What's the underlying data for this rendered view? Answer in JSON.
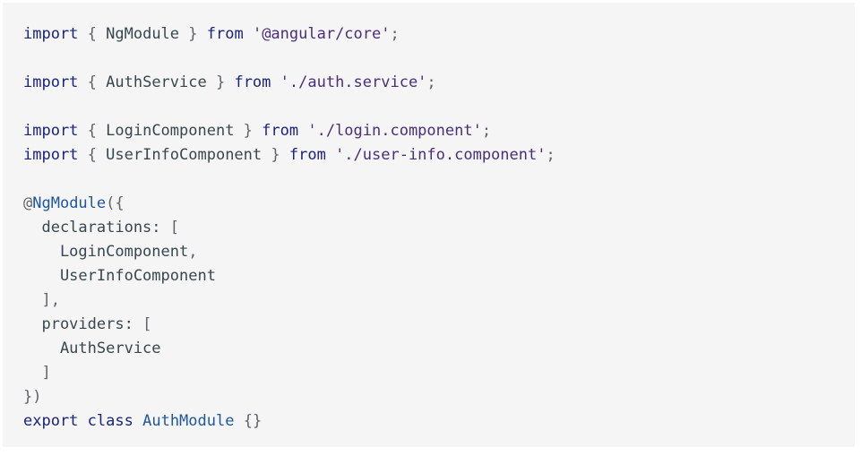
{
  "lines": [
    [
      {
        "t": "import",
        "c": "kw"
      },
      {
        "t": " { ",
        "c": "pun"
      },
      {
        "t": "NgModule",
        "c": "plain"
      },
      {
        "t": " } ",
        "c": "pun"
      },
      {
        "t": "from",
        "c": "kw"
      },
      {
        "t": " ",
        "c": "plain"
      },
      {
        "t": "'@angular/core'",
        "c": "str"
      },
      {
        "t": ";",
        "c": "pun"
      }
    ],
    [],
    [
      {
        "t": "import",
        "c": "kw"
      },
      {
        "t": " { ",
        "c": "pun"
      },
      {
        "t": "AuthService",
        "c": "plain"
      },
      {
        "t": " } ",
        "c": "pun"
      },
      {
        "t": "from",
        "c": "kw"
      },
      {
        "t": " ",
        "c": "plain"
      },
      {
        "t": "'./auth.service'",
        "c": "str"
      },
      {
        "t": ";",
        "c": "pun"
      }
    ],
    [],
    [
      {
        "t": "import",
        "c": "kw"
      },
      {
        "t": " { ",
        "c": "pun"
      },
      {
        "t": "LoginComponent",
        "c": "plain"
      },
      {
        "t": " } ",
        "c": "pun"
      },
      {
        "t": "from",
        "c": "kw"
      },
      {
        "t": " ",
        "c": "plain"
      },
      {
        "t": "'./login.component'",
        "c": "str"
      },
      {
        "t": ";",
        "c": "pun"
      }
    ],
    [
      {
        "t": "import",
        "c": "kw"
      },
      {
        "t": " { ",
        "c": "pun"
      },
      {
        "t": "UserInfoComponent",
        "c": "plain"
      },
      {
        "t": " } ",
        "c": "pun"
      },
      {
        "t": "from",
        "c": "kw"
      },
      {
        "t": " ",
        "c": "plain"
      },
      {
        "t": "'./user-info.component'",
        "c": "str"
      },
      {
        "t": ";",
        "c": "pun"
      }
    ],
    [],
    [
      {
        "t": "@",
        "c": "pun"
      },
      {
        "t": "NgModule",
        "c": "dec"
      },
      {
        "t": "({",
        "c": "pun"
      }
    ],
    [
      {
        "t": "  declarations: ",
        "c": "plain"
      },
      {
        "t": "[",
        "c": "pun"
      }
    ],
    [
      {
        "t": "    LoginComponent",
        "c": "plain"
      },
      {
        "t": ",",
        "c": "pun"
      }
    ],
    [
      {
        "t": "    UserInfoComponent",
        "c": "plain"
      }
    ],
    [
      {
        "t": "  ],",
        "c": "pun"
      }
    ],
    [
      {
        "t": "  providers: ",
        "c": "plain"
      },
      {
        "t": "[",
        "c": "pun"
      }
    ],
    [
      {
        "t": "    AuthService",
        "c": "plain"
      }
    ],
    [
      {
        "t": "  ]",
        "c": "pun"
      }
    ],
    [
      {
        "t": "})",
        "c": "pun"
      }
    ],
    [
      {
        "t": "export",
        "c": "kw"
      },
      {
        "t": " ",
        "c": "plain"
      },
      {
        "t": "class",
        "c": "kw"
      },
      {
        "t": " ",
        "c": "plain"
      },
      {
        "t": "AuthModule",
        "c": "cls"
      },
      {
        "t": " {}",
        "c": "pun"
      }
    ]
  ],
  "colors": {
    "background": "#f5f5f5",
    "keyword": "#1a237e",
    "string": "#4a2e7a",
    "decorator": "#1e56a0",
    "punctuation": "#5f6368",
    "text": "#37474f"
  }
}
